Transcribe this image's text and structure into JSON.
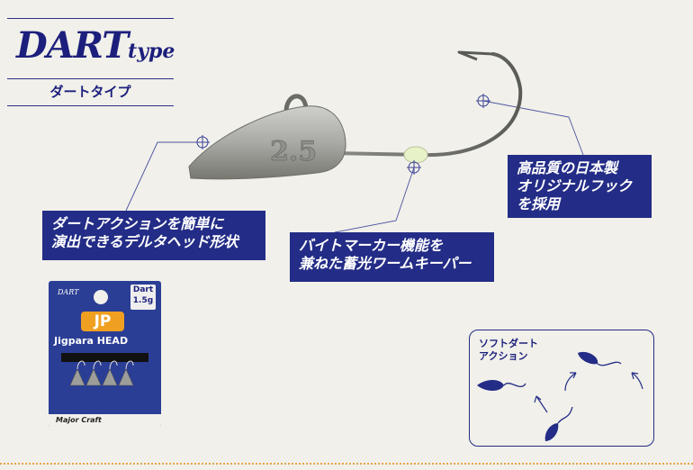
{
  "title": {
    "main": "DART",
    "type_suffix": "type",
    "subtitle": "ダートタイプ"
  },
  "product": {
    "weight_mark": "2.5"
  },
  "callouts": {
    "head_shape": [
      "ダートアクションを簡単に",
      "演出できるデルタヘッド形状"
    ],
    "bait_marker": [
      "バイトマーカー機能を",
      "兼ねた蓄光ワームキーパー"
    ],
    "hook": [
      "高品質の日本製",
      "オリジナルフック",
      "を採用"
    ]
  },
  "package": {
    "brand": "DART",
    "tag_line1": "Dart",
    "tag_line2": "1.5g",
    "badge": "JP",
    "name": "Jigpara HEAD",
    "maker": "Major Craft"
  },
  "action": {
    "label": [
      "ソフトダート",
      "アクション"
    ]
  },
  "colors": {
    "navy": "#232c86",
    "background": "#f1f0ea",
    "dotted_rule": "#e8a448"
  }
}
